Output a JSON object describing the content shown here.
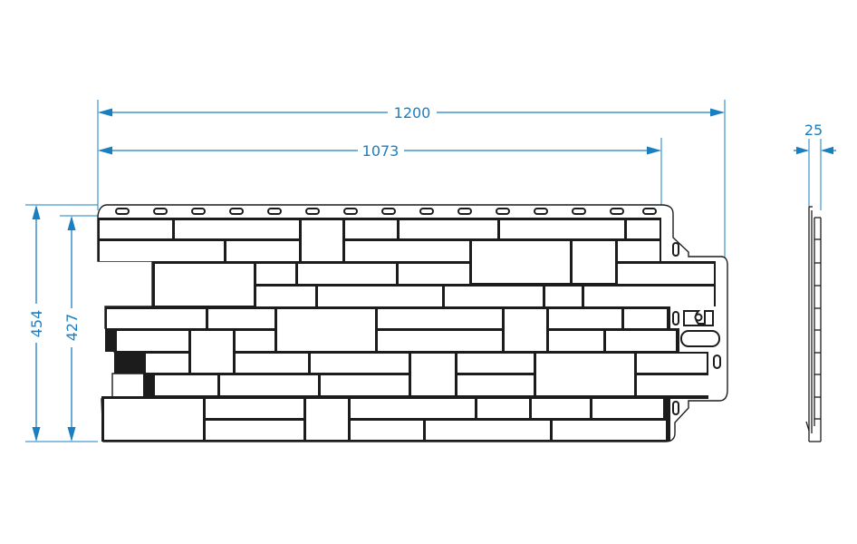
{
  "dimensions": {
    "total_width": "1200",
    "useful_width": "1073",
    "total_height": "454",
    "useful_height": "427",
    "thickness": "25"
  },
  "colors": {
    "dimension": "#1a7fc1",
    "outline": "#1c1c1c",
    "background": "#ffffff"
  }
}
